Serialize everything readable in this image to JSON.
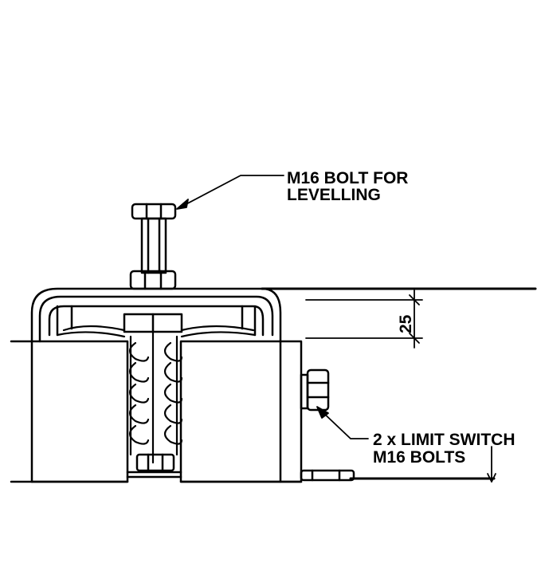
{
  "labels": {
    "bolt_line1": "M16 BOLT FOR",
    "bolt_line2": "LEVELLING",
    "dimension": "25",
    "switch_line1": "2 x LIMIT SWITCH",
    "switch_line2": "M16 BOLTS"
  },
  "colors": {
    "stroke": "#000000",
    "background": "#ffffff"
  }
}
